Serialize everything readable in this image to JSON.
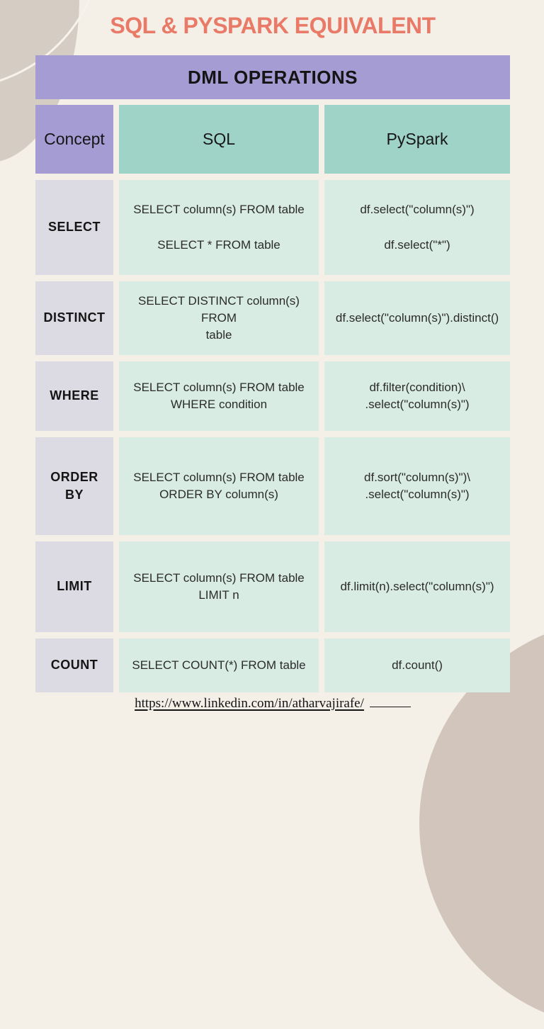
{
  "page": {
    "title": "SQL & PYSPARK EQUIVALENT",
    "banner": "DML OPERATIONS",
    "footer_link": "https://www.linkedin.com/in/atharvajirafe/"
  },
  "colors": {
    "background": "#f4f0e8",
    "title_coral": "#e97a67",
    "banner_purple": "#a49cd3",
    "header_teal": "#a0d3c8",
    "body_mint": "#d9ece4",
    "body_lavender": "#dcdae3",
    "decorative_beige": "#d5ccc3",
    "text_dark": "#141414"
  },
  "table": {
    "headers": [
      "Concept",
      "SQL",
      "PySpark"
    ],
    "rows": [
      {
        "concept": "SELECT",
        "sql": [
          "SELECT column(s) FROM table",
          "SELECT * FROM table"
        ],
        "pyspark": [
          "df.select(\"column(s)\")",
          "df.select(\"*\")"
        ]
      },
      {
        "concept": "DISTINCT",
        "sql": [
          "SELECT DISTINCT column(s) FROM",
          "table"
        ],
        "pyspark": [
          "df.select(\"column(s)\").distinct()"
        ]
      },
      {
        "concept": "WHERE",
        "sql": [
          "SELECT column(s) FROM table",
          "WHERE condition"
        ],
        "pyspark": [
          "df.filter(condition)\\",
          ".select(\"column(s)\")"
        ]
      },
      {
        "concept": "ORDER BY",
        "sql": [
          "SELECT column(s) FROM table",
          "ORDER BY column(s)"
        ],
        "pyspark": [
          "df.sort(\"column(s)\")\\",
          ".select(\"column(s)\")"
        ]
      },
      {
        "concept": "LIMIT",
        "sql": [
          "SELECT column(s) FROM table LIMIT n"
        ],
        "pyspark": [
          "df.limit(n).select(\"column(s)\")"
        ]
      },
      {
        "concept": "COUNT",
        "sql": [
          "SELECT COUNT(*) FROM table"
        ],
        "pyspark": [
          "df.count()"
        ]
      }
    ]
  }
}
